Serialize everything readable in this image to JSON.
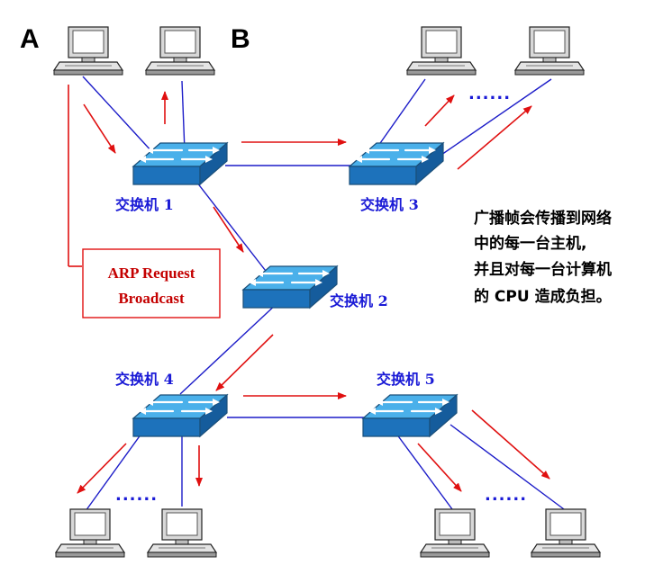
{
  "labels": {
    "host_a": "A",
    "host_b": "B"
  },
  "switches": {
    "s1": "交换机 1",
    "s2": "交换机 2",
    "s3": "交换机 3",
    "s4": "交换机 4",
    "s5": "交换机 5"
  },
  "arp_box": {
    "line1": "ARP Request",
    "line2": "Broadcast"
  },
  "note": {
    "line1": "广播帧会传播到网络",
    "line2": "中的每一台主机,",
    "line3": "并且对每一台计算机",
    "line4": "的 CPU 造成负担。"
  },
  "ellipsis": {
    "top_right": "......",
    "bottom_left": "......",
    "bottom_right": "......"
  },
  "colors": {
    "link": "#1c1cc8",
    "arrow": "#e01010",
    "switch_top": "#3aa0e0",
    "switch_side": "#1b6fb8",
    "label": "#1a1ad6"
  },
  "icons": {
    "computer": "computer-icon",
    "switch": "network-switch-icon"
  }
}
